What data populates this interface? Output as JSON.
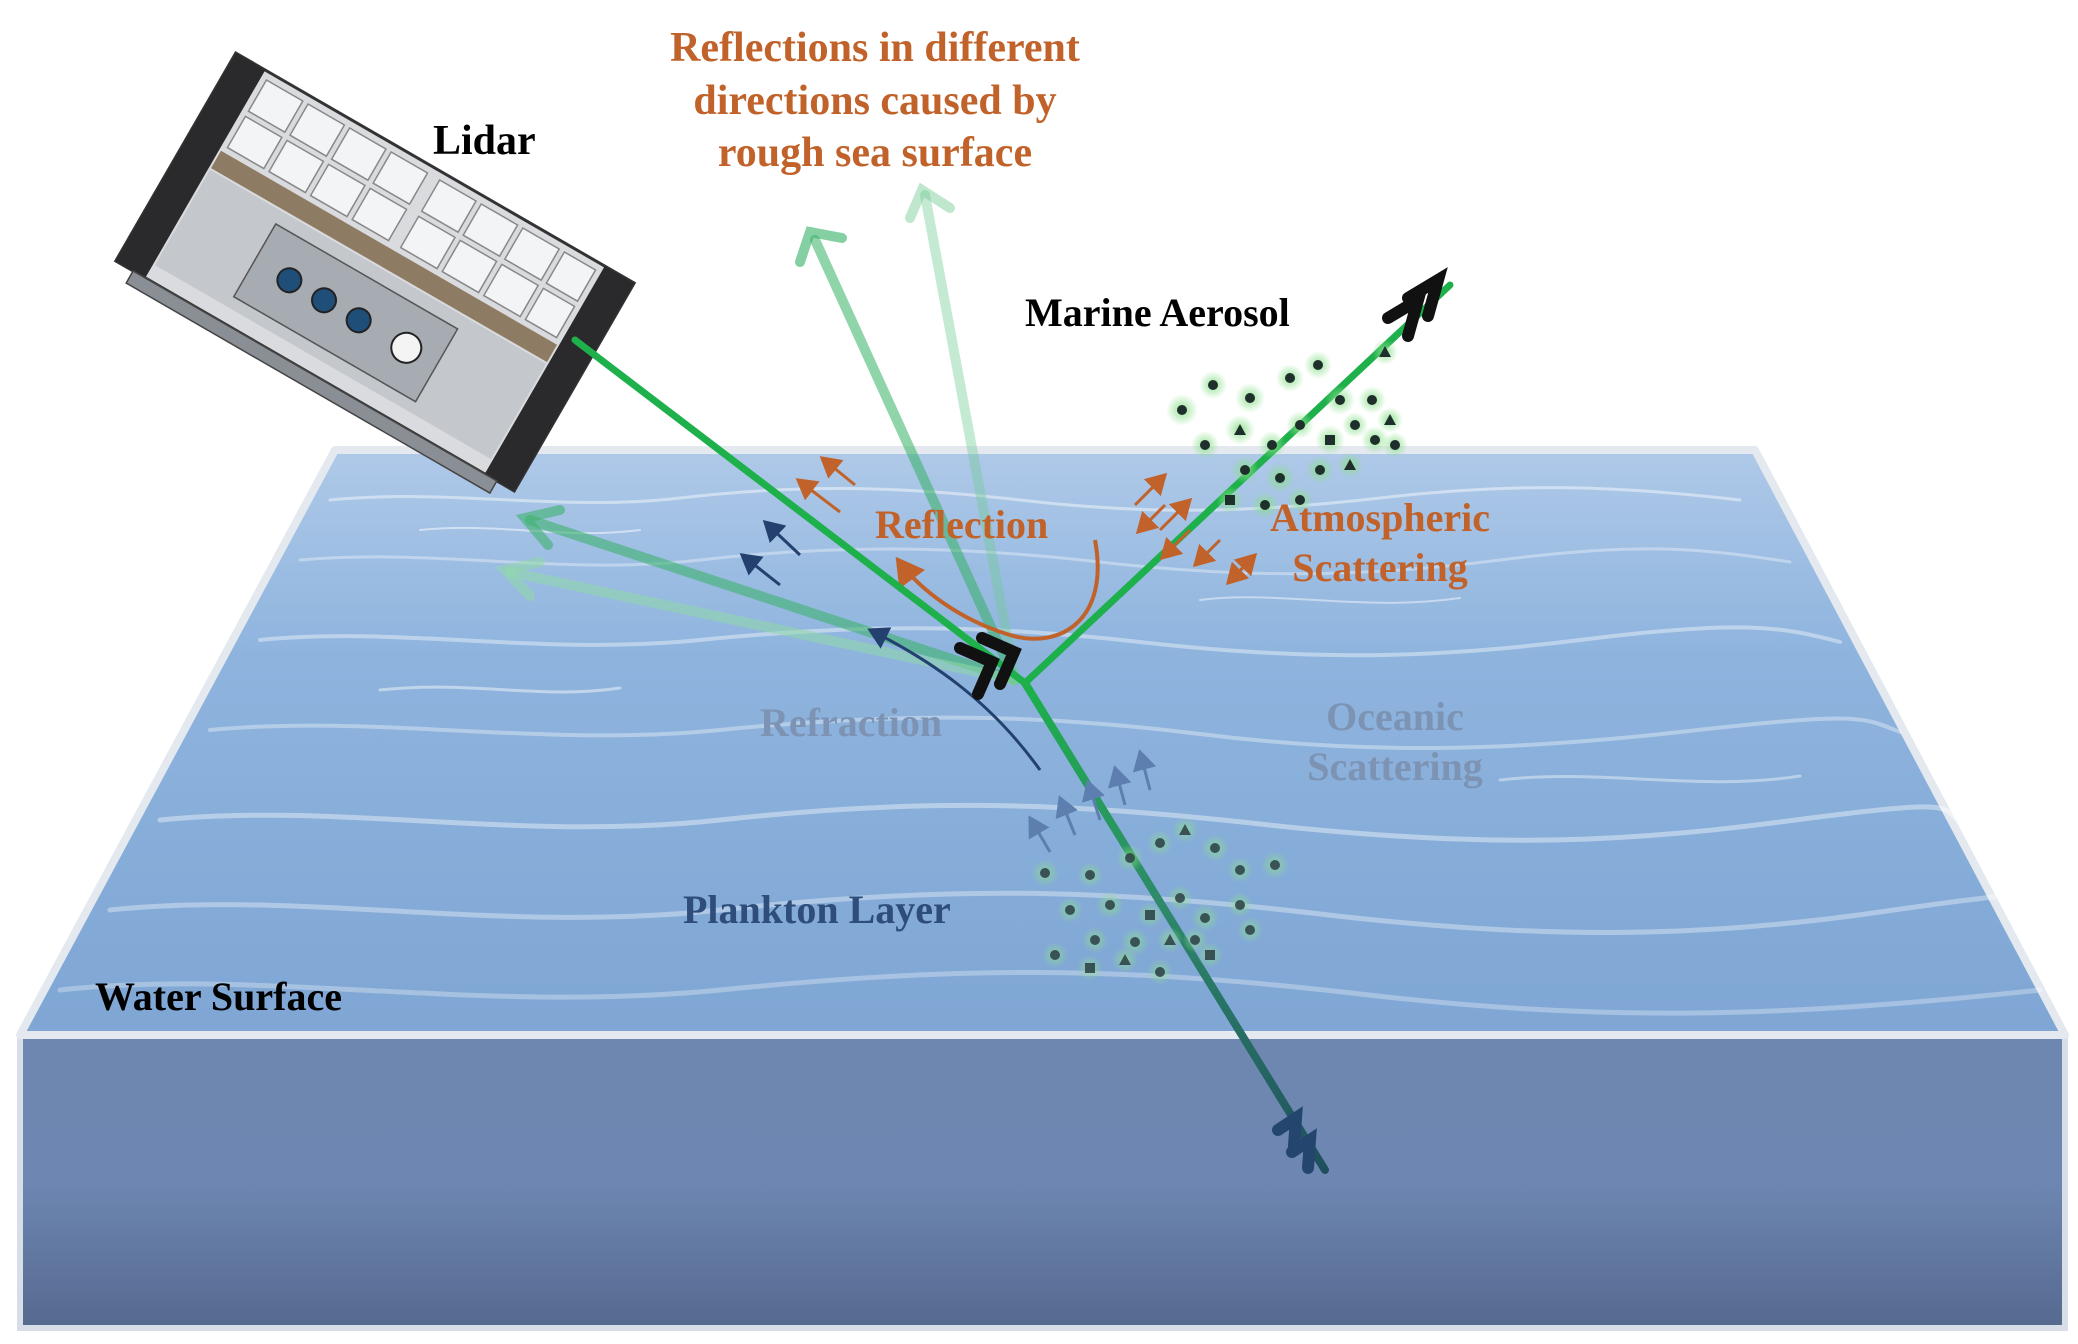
{
  "labels": {
    "lidar": "Lidar",
    "reflections_title": [
      "Reflections in different",
      "directions caused by",
      "rough sea surface"
    ],
    "marine_aerosol": "Marine Aerosol",
    "reflection": "Reflection",
    "atmospheric_scattering": [
      "Atmospheric",
      "Scattering"
    ],
    "refraction": "Refraction",
    "oceanic_scattering": [
      "Oceanic",
      "Scattering"
    ],
    "plankton_layer": "Plankton Layer",
    "water_surface": "Water Surface"
  },
  "colors": {
    "orange_text": "#C0622A",
    "beam_green": "#1DB04B",
    "navy_text": "#2E4D7A",
    "faded_text": "#7C93B4",
    "black_text": "#000000",
    "water_top": "#8FB4DC",
    "water_side": "#5E7BA6",
    "particle": "#243B38"
  }
}
